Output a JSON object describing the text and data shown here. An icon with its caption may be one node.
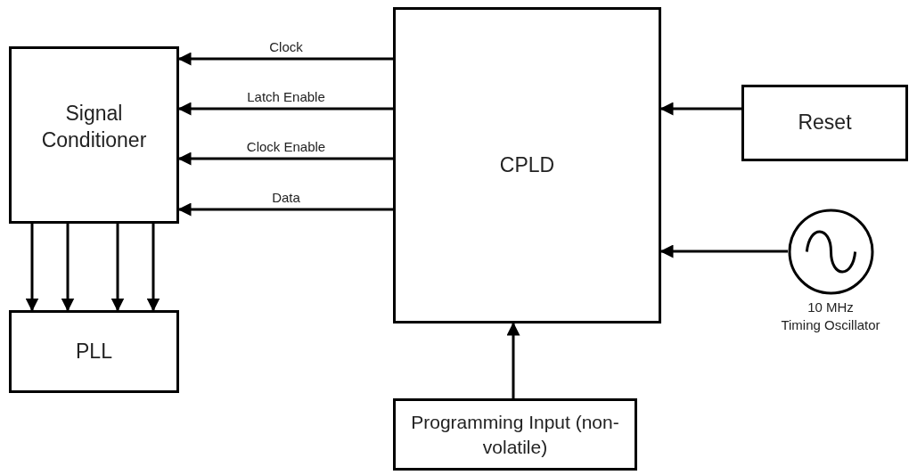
{
  "diagram": {
    "nodes": [
      {
        "text": [
          "Signal Conditioner"
        ]
      },
      {
        "text": [
          "CPLD"
        ]
      },
      {
        "text": [
          "Reset"
        ]
      },
      {
        "text": [
          "PLL"
        ]
      },
      {
        "text": [],
        "shape": "circle",
        "beside": [
          "10 MHz",
          "Timing Oscillator"
        ]
      },
      {
        "text": [
          "Programming Input (non-volatile)"
        ]
      }
    ],
    "edges": [
      {
        "from": 1,
        "to": 0,
        "arrow": "to",
        "label": "Clock"
      },
      {
        "from": 1,
        "to": 0,
        "arrow": "to",
        "label": "Latch Enable"
      },
      {
        "from": 1,
        "to": 0,
        "arrow": "to",
        "label": "Clock Enable"
      },
      {
        "from": 1,
        "to": 0,
        "arrow": "to",
        "label": "Data"
      },
      {
        "from": 0,
        "to": 3,
        "arrow": "to"
      },
      {
        "from": 0,
        "to": 3,
        "arrow": "to"
      },
      {
        "from": 0,
        "to": 3,
        "arrow": "to"
      },
      {
        "from": 0,
        "to": 3,
        "arrow": "to"
      },
      {
        "from": 2,
        "to": 1,
        "arrow": "to"
      },
      {
        "from": 4,
        "to": 1,
        "arrow": "to"
      },
      {
        "from": 5,
        "to": 1,
        "arrow": "to"
      }
    ]
  }
}
